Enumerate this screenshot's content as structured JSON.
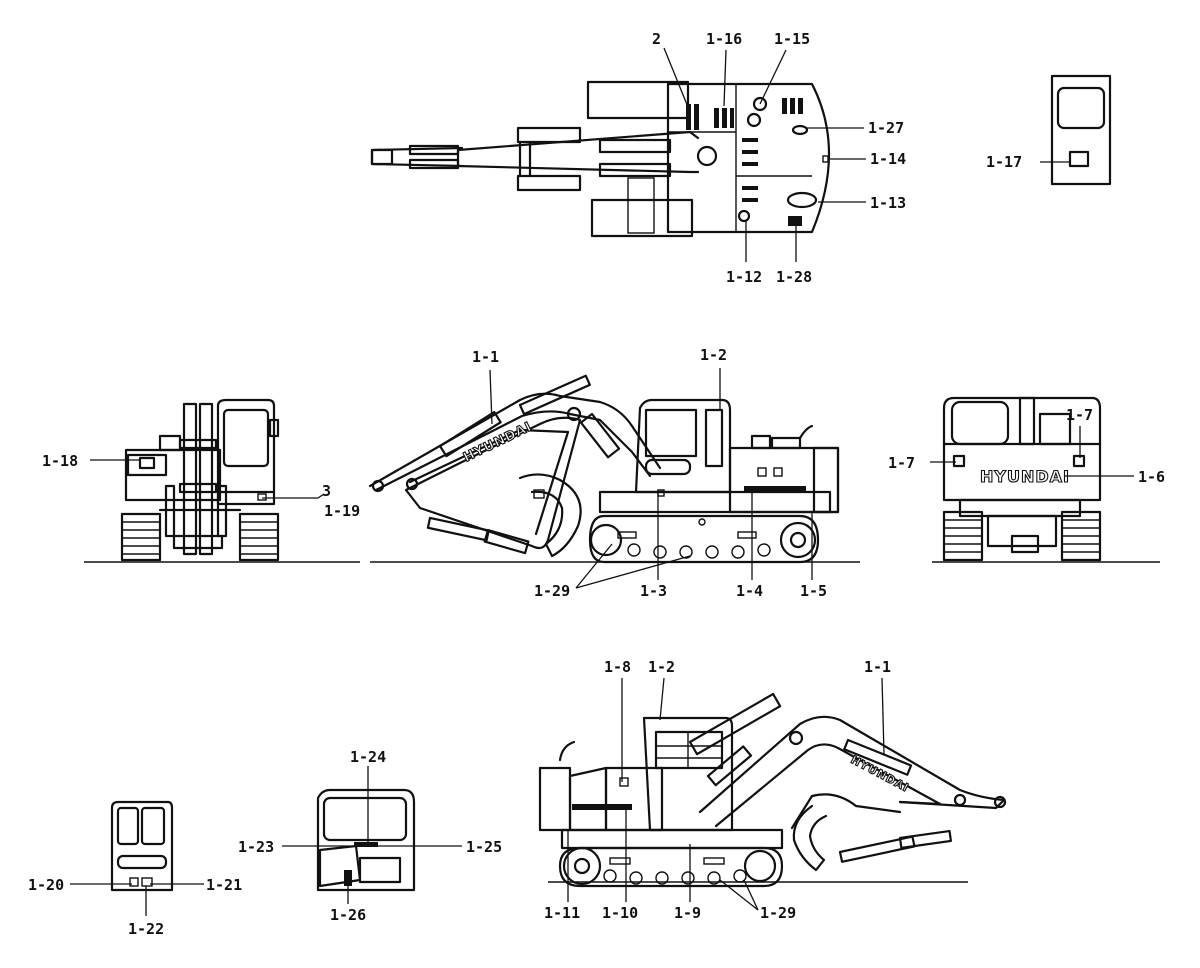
{
  "brand": "HYUNDAI",
  "labels": {
    "l_2": "2",
    "l_1_16": "1-16",
    "l_1_15": "1-15",
    "l_1_27": "1-27",
    "l_1_14": "1-14",
    "l_1_13": "1-13",
    "l_1_12": "1-12",
    "l_1_28": "1-28",
    "l_1_17": "1-17",
    "l_1_1_side": "1-1",
    "l_1_2_side": "1-2",
    "l_1_18": "1-18",
    "l_3": "3",
    "l_1_19": "1-19",
    "l_1_29_side": "1-29",
    "l_1_3": "1-3",
    "l_1_4": "1-4",
    "l_1_5": "1-5",
    "l_1_7_left": "1-7",
    "l_1_7_right": "1-7",
    "l_1_6": "1-6",
    "l_1_8": "1-8",
    "l_1_2_bottom": "1-2",
    "l_1_1_bottom": "1-1",
    "l_1_24": "1-24",
    "l_1_23": "1-23",
    "l_1_25": "1-25",
    "l_1_26": "1-26",
    "l_1_20": "1-20",
    "l_1_21": "1-21",
    "l_1_22": "1-22",
    "l_1_11": "1-11",
    "l_1_10": "1-10",
    "l_1_9": "1-9",
    "l_1_29_bottom": "1-29"
  }
}
